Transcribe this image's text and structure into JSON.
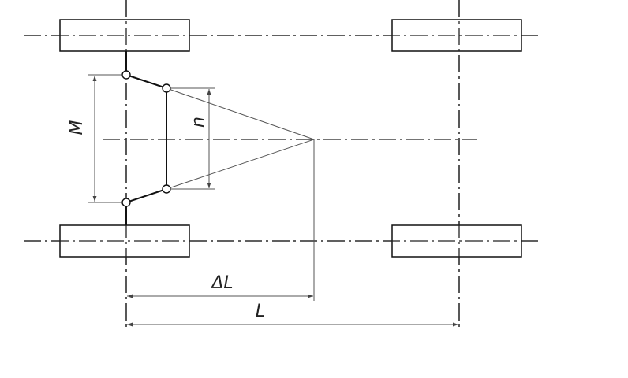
{
  "diagram": {
    "labels": {
      "M": "M",
      "n": "n",
      "delta_L": "ΔL",
      "L": "L"
    },
    "colors": {
      "line": "#111111",
      "dimension": "#555555",
      "background": "#ffffff"
    }
  }
}
